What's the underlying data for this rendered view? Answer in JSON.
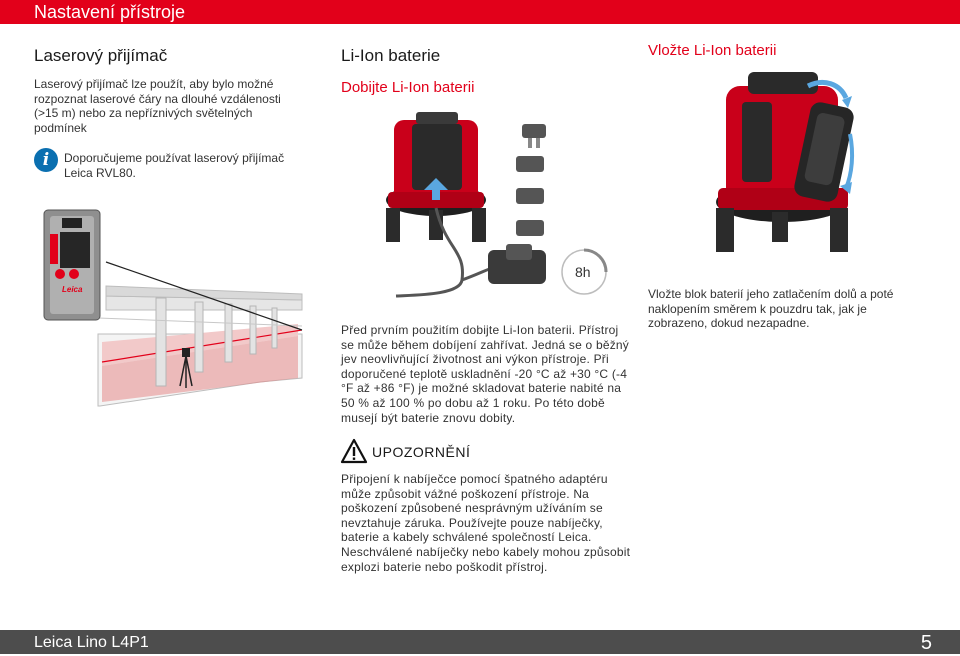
{
  "header": {
    "title": "Nastavení přístroje"
  },
  "left": {
    "heading": "Laserový přijímač",
    "paragraph": "Laserový přijímač lze použít, aby bylo možné rozpoznat laserové čáry na dlouhé vzdálenosti (>15 m) nebo za nepříznivých světelných podmínek",
    "info_note": "Doporučujeme používat laserový přijímač Leica RVL80."
  },
  "middle": {
    "heading": "Li-Ion baterie",
    "subheading": "Dobijte Li-Ion baterii",
    "timer_label": "8h",
    "paragraph": "Před prvním použitím dobijte Li-Ion baterii. Přístroj se může během dobíjení zahřívat. Jedná se o běžný jev neovlivňující životnost ani výkon přístroje. Při doporučené teplotě uskladnění -20 °C až +30 °C (-4 °F až +86 °F) je možné skladovat baterie nabité na 50 % až 100 % po dobu až 1 roku. Po této době musejí být baterie znovu dobity.",
    "warning_title": "UPOZORNĚNÍ",
    "warning_text": "Připojení k nabíječce pomocí špatného adaptéru může způsobit vážné poškození přístroje. Na poškození způsobené nesprávným užíváním se nevztahuje záruka. Používejte pouze nabíječky, baterie a kabely schválené společností Leica. Neschválené nabíječky nebo kabely mohou způsobit explozi baterie nebo poškodit přístroj."
  },
  "right": {
    "subheading": "Vložte Li-Ion baterii",
    "paragraph": "Vložte blok baterií jeho zatlačením dolů a poté naklopením směrem k pouzdru tak, jak je zobrazeno, dokud nezapadne."
  },
  "receiver_logo": "Leica",
  "footer": {
    "product": "Leica Lino L4P1",
    "page": "5"
  },
  "colors": {
    "brand_red": "#e2001a",
    "footer_gray": "#4d4d4d",
    "info_blue": "#0a6fb0"
  }
}
